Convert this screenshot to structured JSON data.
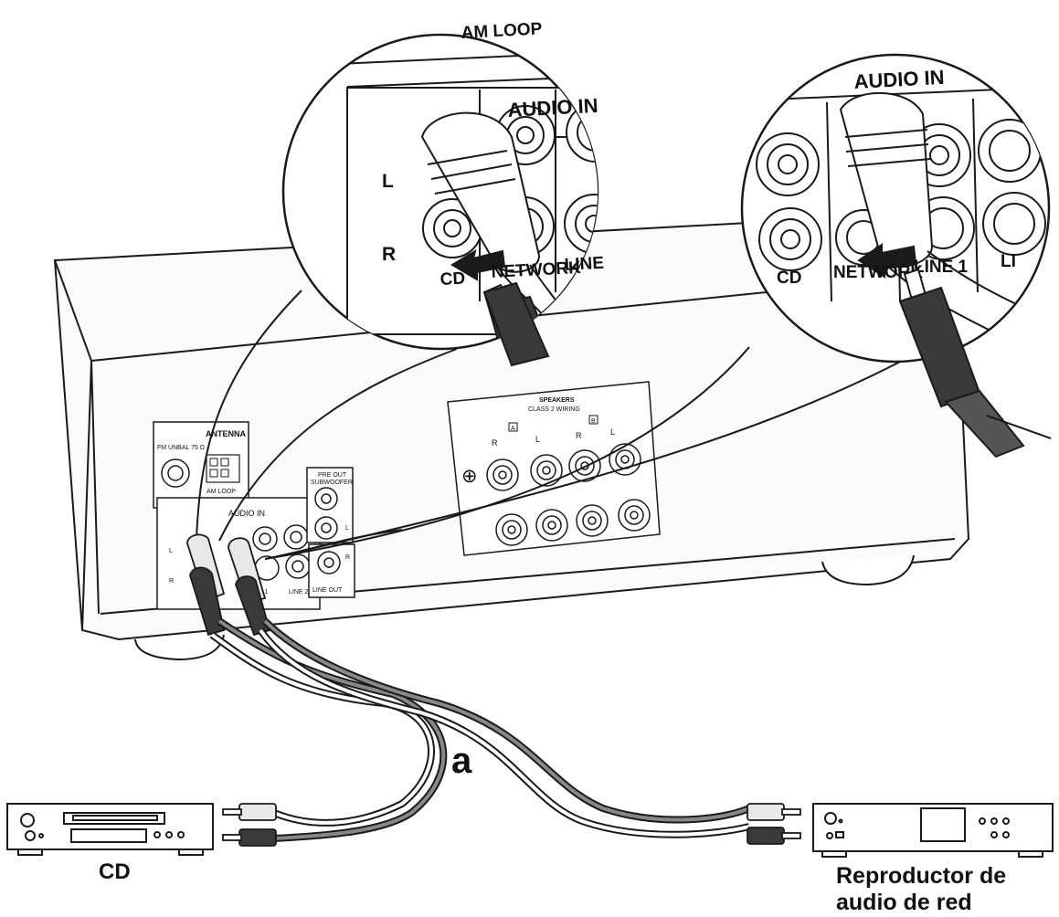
{
  "marker_a": "a",
  "devices": {
    "cd": {
      "label": "CD"
    },
    "network": {
      "label_line1": "Reproductor de",
      "label_line2": "audio de red"
    }
  },
  "zoom_left": {
    "top_label": "AM LOOP",
    "header": "AUDIO IN",
    "l": "L",
    "r": "R",
    "cd": "CD",
    "network": "NETWORK",
    "line": "LINE"
  },
  "zoom_right": {
    "header": "AUDIO IN",
    "cd": "CD",
    "network": "NETWORK",
    "line": "LINE 1",
    "line2": "LI"
  },
  "panel": {
    "antenna": "ANTENNA",
    "fm": "FM UNBAL 75 Ω",
    "am_loop": "AM LOOP",
    "audio_in": "AUDIO IN",
    "l": "L",
    "r": "R",
    "line1": "LINE 1",
    "line2": "LINE 2",
    "line_out": "LINE OUT",
    "pre_out": "PRE OUT",
    "subwoofer": "SUBWOOFER",
    "l2": "L",
    "r2": "R",
    "speakers": "SPEAKERS",
    "class2": "CLASS 2 WIRING",
    "sp_a": "A",
    "sp_b": "B",
    "sp_r": "R",
    "sp_l": "L",
    "plus": "⊕"
  },
  "colors": {
    "line": "#1a1a1a",
    "panel": "#f7f7f7",
    "plug_dark": "#3a3a3a",
    "plug_light": "#e8e8e8"
  }
}
